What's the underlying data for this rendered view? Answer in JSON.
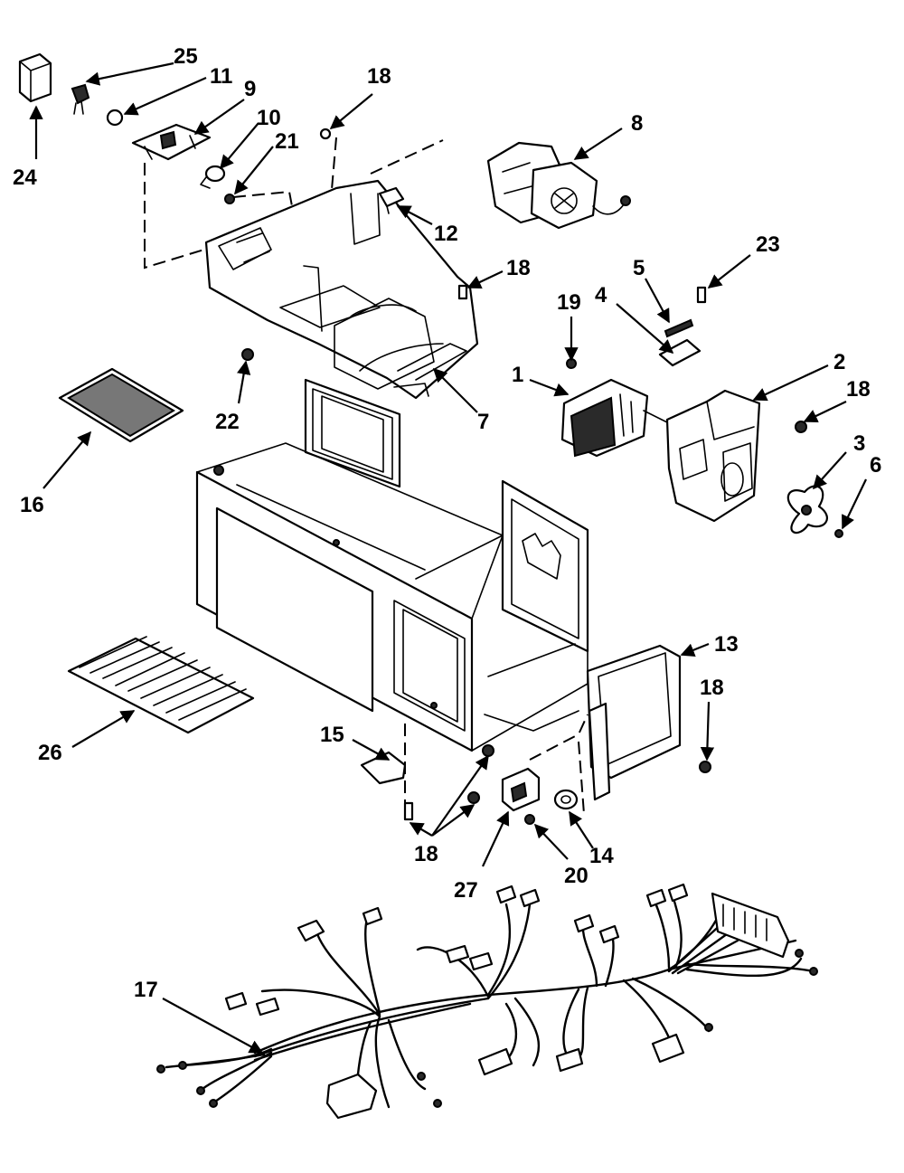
{
  "callouts": {
    "c1": "1",
    "c2": "2",
    "c3": "3",
    "c4": "4",
    "c5": "5",
    "c6": "6",
    "c7": "7",
    "c8": "8",
    "c9": "9",
    "c10": "10",
    "c11": "11",
    "c12": "12",
    "c13": "13",
    "c14": "14",
    "c15": "15",
    "c16": "16",
    "c17": "17",
    "c18a": "18",
    "c18b": "18",
    "c18c": "18",
    "c18d": "18",
    "c18e": "18",
    "c19": "19",
    "c20": "20",
    "c21": "21",
    "c22": "22",
    "c23": "23",
    "c24": "24",
    "c25": "25",
    "c26": "26",
    "c27": "27"
  },
  "colors": {
    "line": "#000000",
    "background": "#ffffff",
    "fill_dark": "#2a2a2a"
  }
}
